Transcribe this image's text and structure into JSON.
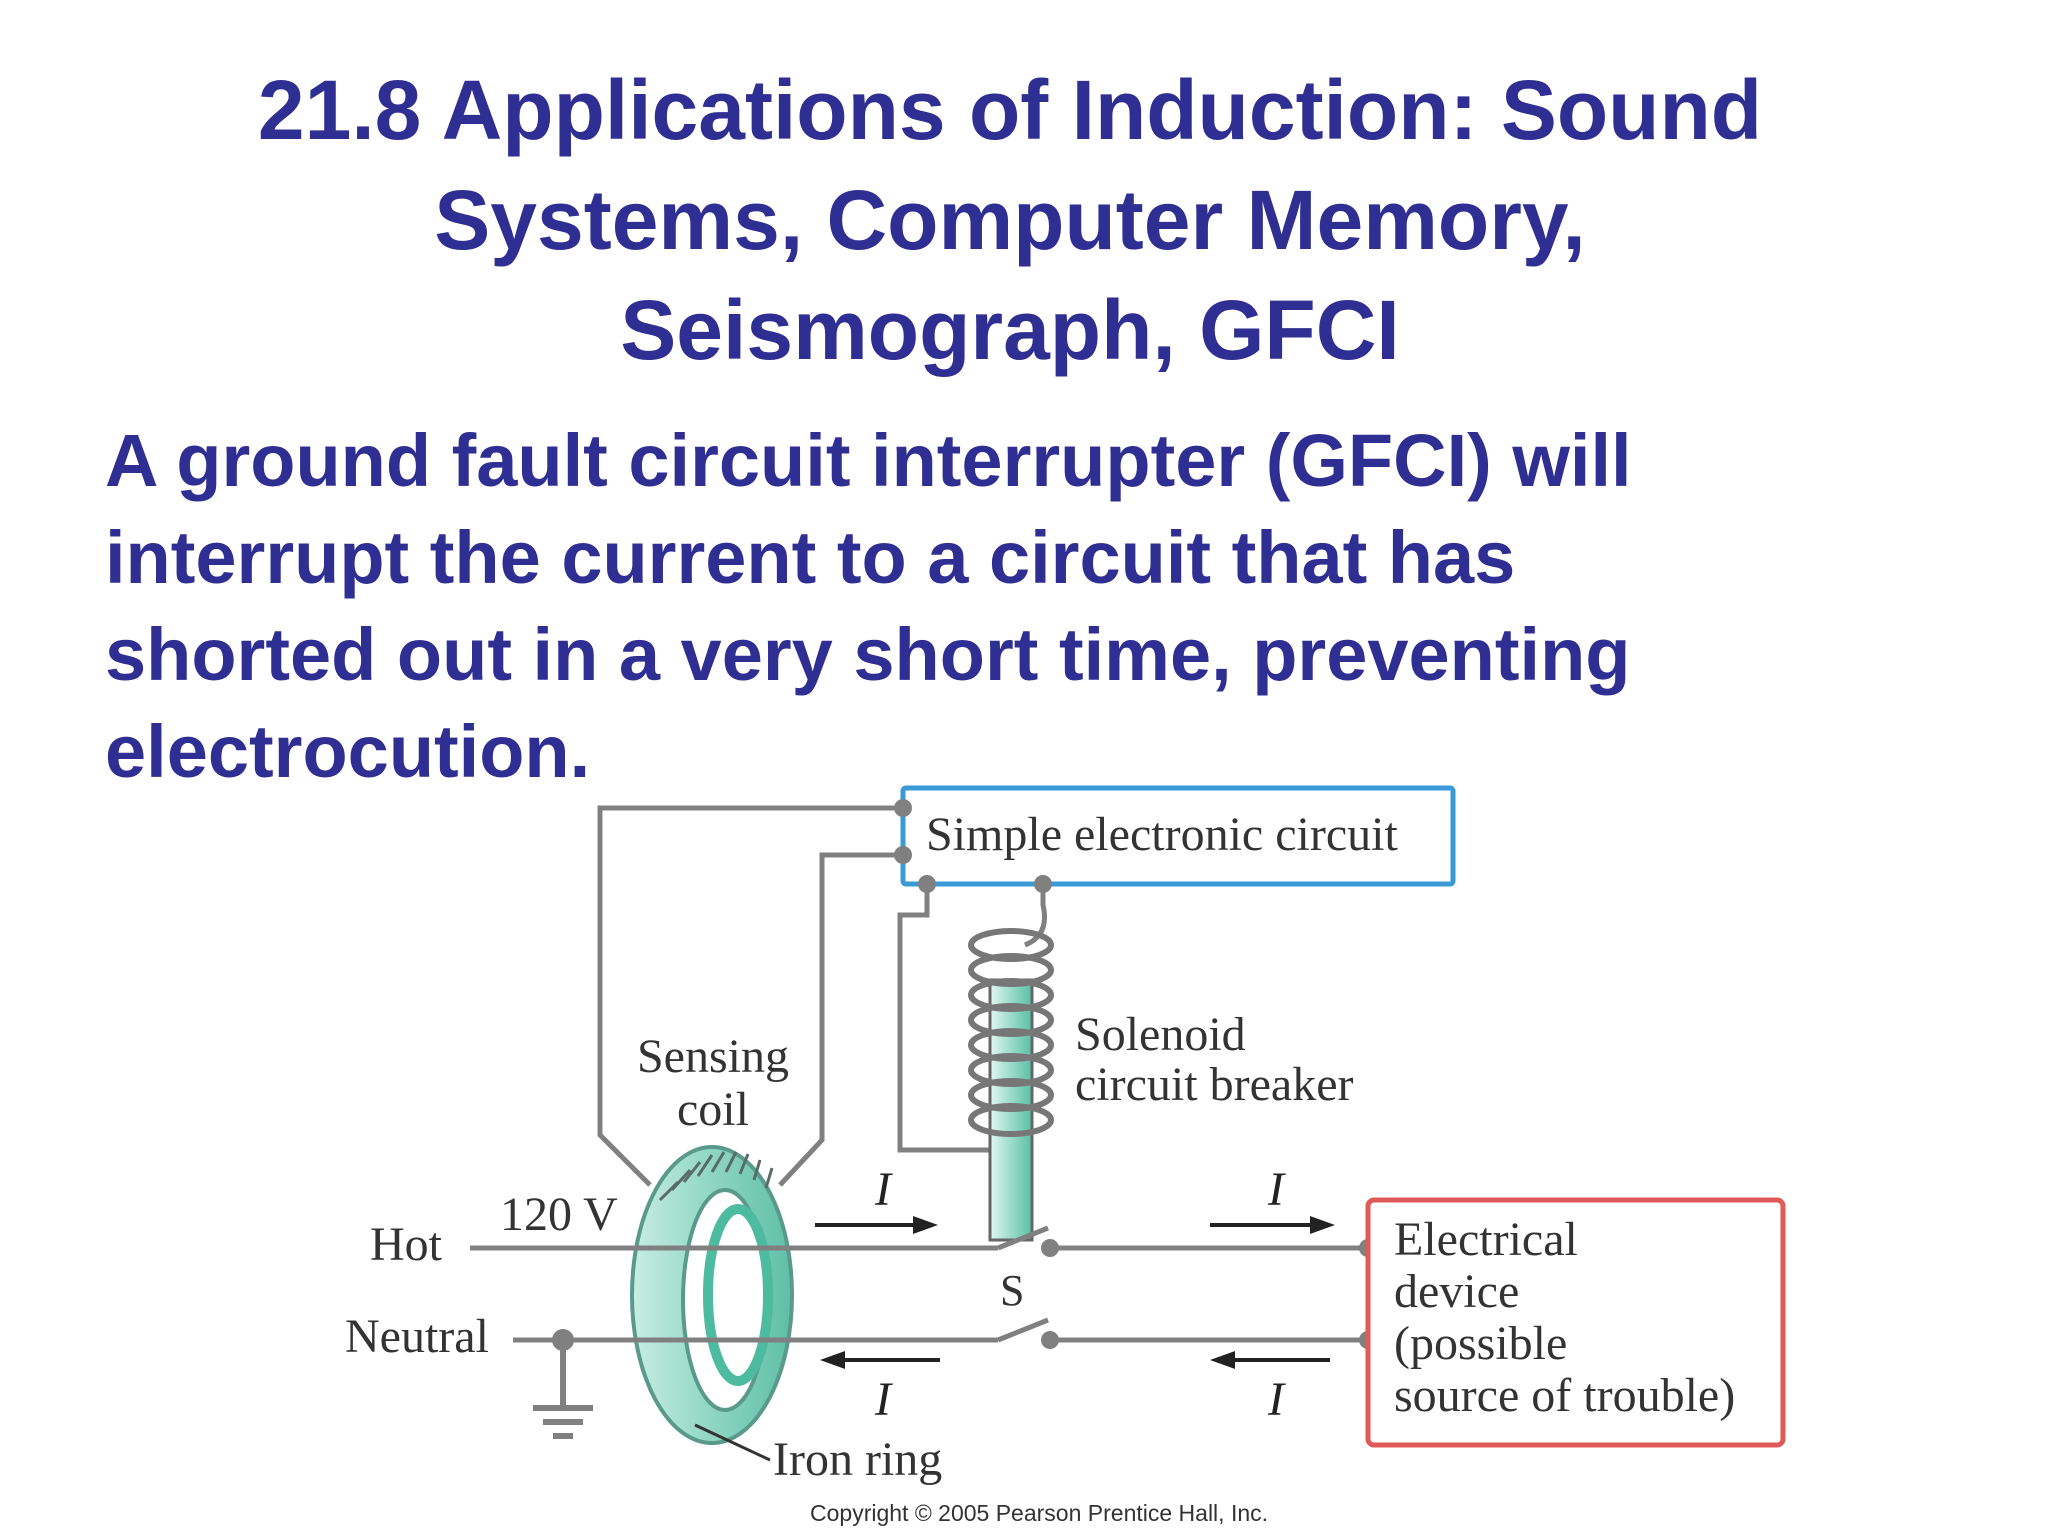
{
  "slide": {
    "title_lines": [
      "21.8 Applications of Induction: Sound",
      "Systems, Computer Memory,",
      "Seismograph, GFCI"
    ],
    "body_lines": [
      "A ground fault circuit interrupter (GFCI) will",
      "interrupt the current to a circuit that has",
      "shorted out in a very short time, preventing",
      "electrocution."
    ]
  },
  "diagram": {
    "electronic_box_label": "Simple electronic circuit",
    "solenoid_label_lines": [
      "Solenoid",
      "circuit breaker"
    ],
    "sensing_coil_label_lines": [
      "Sensing",
      "coil"
    ],
    "voltage_label": "120 V",
    "hot_label": "Hot",
    "neutral_label": "Neutral",
    "switch_label": "S",
    "current_label": "I",
    "device_label_lines": [
      "Electrical",
      "device",
      "(possible",
      "source of trouble)"
    ],
    "iron_ring_label": "Iron ring",
    "copyright": "Copyright © 2005 Pearson Prentice Hall, Inc.",
    "colors": {
      "title": "#2f2e93",
      "wire": "#808080",
      "electronic_box_border": "#3a9ad6",
      "device_box_border": "#e05a5a",
      "ring": "#8fd6c3"
    }
  }
}
